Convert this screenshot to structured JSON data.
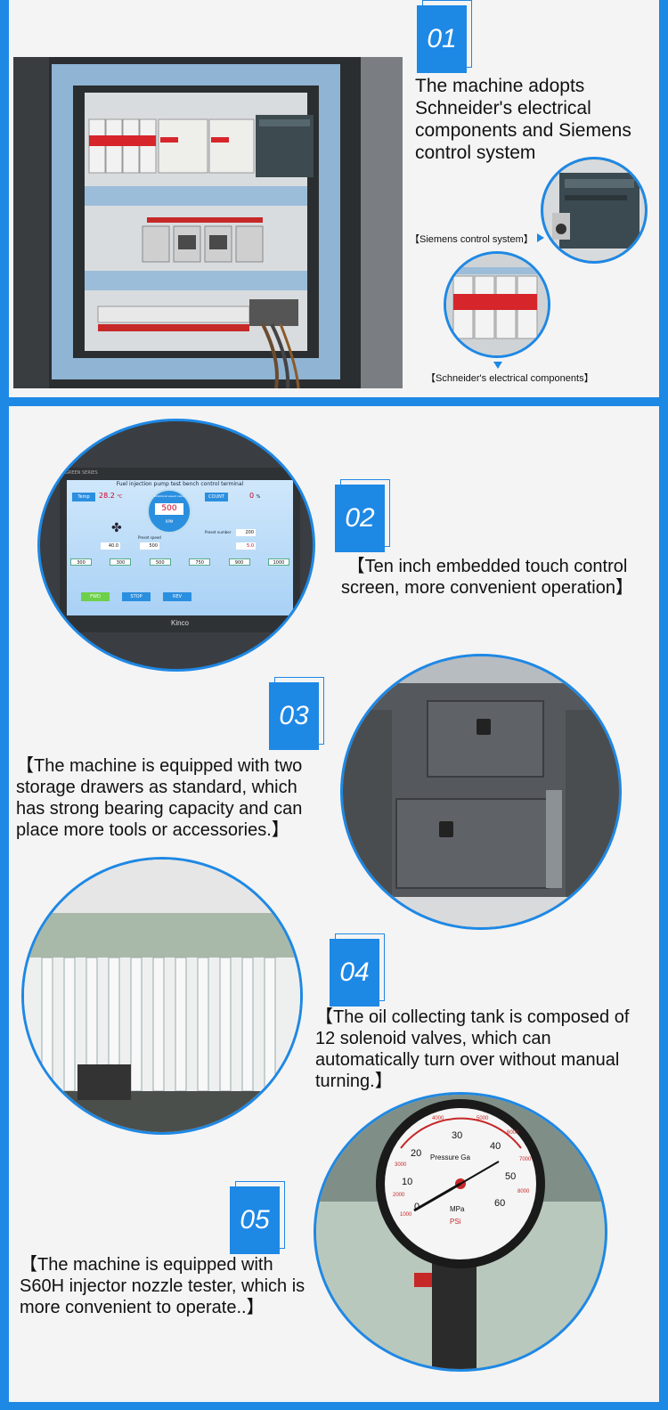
{
  "section1": {
    "number": "01",
    "text": "The machine adopts Schneider's electrical components and Siemens control system",
    "caption_siemens": "【Siemens control system】",
    "caption_schneider": "【Schneider's electrical components】",
    "photo_label": "electrical-cabinet"
  },
  "section2": {
    "number": "02",
    "text": "【Ten inch embedded touch control screen, more convenient operation】",
    "screen": {
      "title": "Fuel injection pump test bench control terminal",
      "series": "GREEN SERIES",
      "temp_label": "Temp",
      "temp_value": "28.2",
      "temp_unit": "°C",
      "rotational_label": "Rotational speed value",
      "rpm_value": "500",
      "rpm_unit": "RPM",
      "count_label": "COUNT",
      "count_value": "0",
      "count_unit": "%",
      "preset_speed_label": "Preset speed",
      "preset_speed_value": "500",
      "preset_number_label": "Preset number",
      "preset_number_value": "200",
      "set_temp_value": "40.0",
      "extra_value": "5.0",
      "speed_buttons": [
        "300",
        "300",
        "500",
        "750",
        "900",
        "1000"
      ],
      "btn_fwd": "FWD",
      "btn_stop": "STOP",
      "btn_rev": "REV",
      "brand": "Kinco"
    }
  },
  "section3": {
    "number": "03",
    "text": "【The machine is equipped with two storage drawers as standard, which has strong bearing capacity and can place more tools or accessories.】"
  },
  "section4": {
    "number": "04",
    "text": "【The oil collecting tank is composed of 12 solenoid valves, which can automatically turn over without manual turning.】"
  },
  "section5": {
    "number": "05",
    "text": "【The machine is equipped with S60H injector nozzle tester, which is more convenient to operate..】",
    "gauge": {
      "label": "Pressure Ga",
      "unit_mpa": "MPa",
      "unit_psi": "PSi",
      "mpa_ticks": [
        "0",
        "10",
        "20",
        "30",
        "40",
        "50",
        "60"
      ],
      "psi_ticks": [
        "1000",
        "2000",
        "3000",
        "4000",
        "5000",
        "6000",
        "7000",
        "8000"
      ]
    }
  },
  "colors": {
    "accent": "#1e88e5",
    "panel": "#f4f4f4"
  }
}
